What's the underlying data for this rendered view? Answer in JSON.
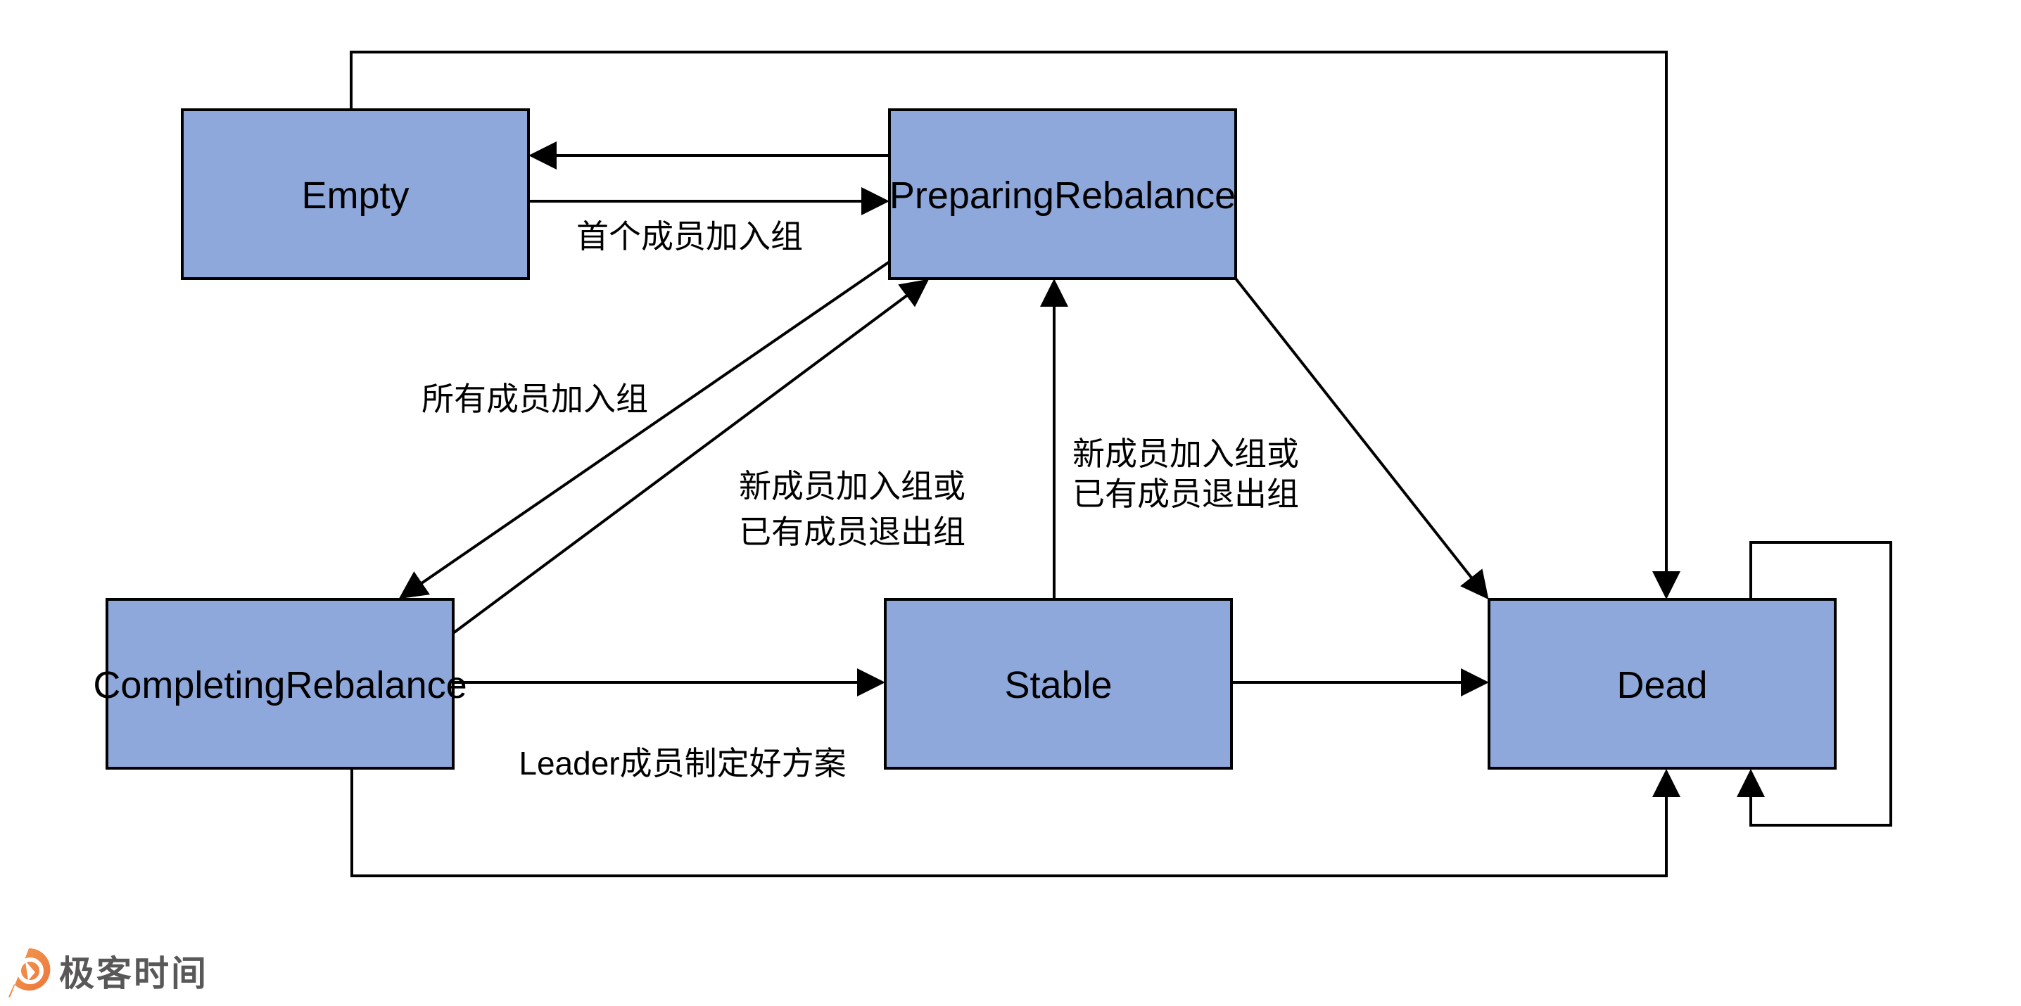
{
  "diagram": {
    "type": "state-machine",
    "nodes": [
      {
        "id": "empty",
        "label": "Empty"
      },
      {
        "id": "preparing-rebalance",
        "label": "PreparingRebalance"
      },
      {
        "id": "completing-rebalance",
        "label": "CompletingRebalance"
      },
      {
        "id": "stable",
        "label": "Stable"
      },
      {
        "id": "dead",
        "label": "Dead"
      }
    ],
    "edges": [
      {
        "from": "Empty",
        "to": "PreparingRebalance",
        "label": "首个成员加入组"
      },
      {
        "from": "PreparingRebalance",
        "to": "Empty",
        "label": ""
      },
      {
        "from": "PreparingRebalance",
        "to": "CompletingRebalance",
        "label": "所有成员加入组"
      },
      {
        "from": "CompletingRebalance",
        "to": "PreparingRebalance",
        "label": "新成员加入组或已有成员退出组",
        "label_lines": [
          "新成员加入组或",
          "已有成员退出组"
        ]
      },
      {
        "from": "Stable",
        "to": "PreparingRebalance",
        "label": "新成员加入组或已有成员退出组",
        "label_lines": [
          "新成员加入组或",
          "已有成员退出组"
        ]
      },
      {
        "from": "CompletingRebalance",
        "to": "Stable",
        "label": "Leader成员制定好方案"
      },
      {
        "from": "Stable",
        "to": "Dead",
        "label": ""
      },
      {
        "from": "PreparingRebalance",
        "to": "Dead",
        "label": ""
      },
      {
        "from": "Empty",
        "to": "Dead",
        "label": ""
      },
      {
        "from": "CompletingRebalance",
        "to": "Dead",
        "label": ""
      },
      {
        "from": "Dead",
        "to": "Dead",
        "label": ""
      }
    ]
  },
  "colors": {
    "node_fill": "#8EA8DC",
    "node_border": "#000000",
    "edge_stroke": "#000000",
    "logo_orange": "#EE7235",
    "logo_orange_light": "#F29C55",
    "logo_text": "#595757"
  },
  "footer": {
    "brand": "极客时间"
  }
}
